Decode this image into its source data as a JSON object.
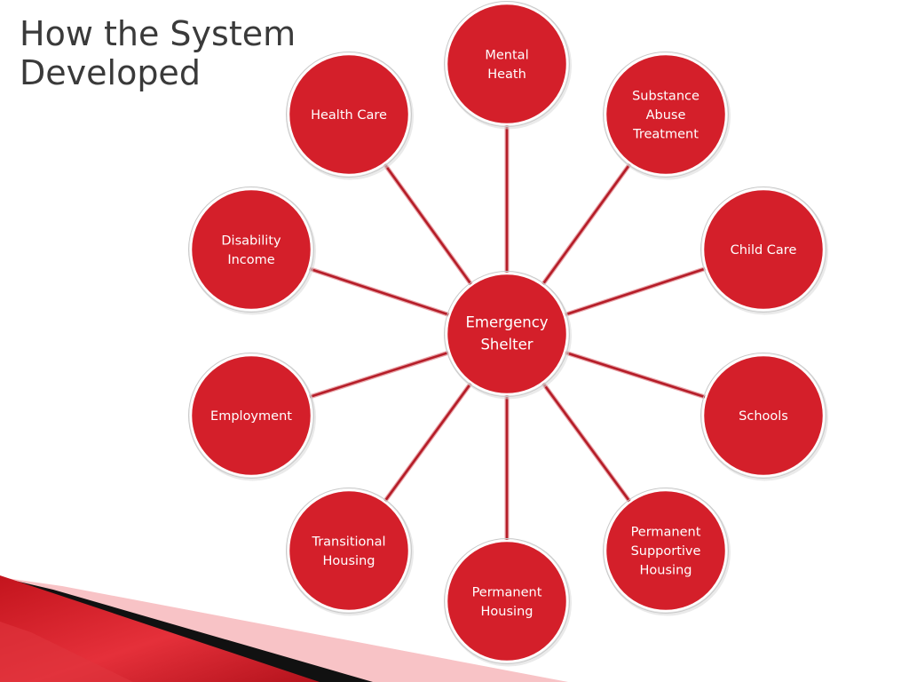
{
  "slide": {
    "title": "How the System\nDeveloped"
  },
  "diagram": {
    "center": {
      "label": [
        "Emergency",
        "Shelter"
      ]
    },
    "nodes": [
      {
        "id": "mental-health",
        "label": [
          "Mental",
          "Heath"
        ]
      },
      {
        "id": "substance-abuse-treatment",
        "label": [
          "Substance",
          "Abuse",
          "Treatment"
        ]
      },
      {
        "id": "child-care",
        "label": [
          "Child Care"
        ]
      },
      {
        "id": "schools",
        "label": [
          "Schools"
        ]
      },
      {
        "id": "permanent-supportive-housing",
        "label": [
          "Permanent",
          "Supportive",
          "Housing"
        ]
      },
      {
        "id": "permanent-housing",
        "label": [
          "Permanent",
          "Housing"
        ]
      },
      {
        "id": "transitional-housing",
        "label": [
          "Transitional",
          "Housing"
        ]
      },
      {
        "id": "employment",
        "label": [
          "Employment"
        ]
      },
      {
        "id": "disability-income",
        "label": [
          "Disability",
          "Income"
        ]
      },
      {
        "id": "health-care",
        "label": [
          "Health Care"
        ]
      }
    ],
    "colors": {
      "node_fill": "#d41f2a",
      "node_stroke": "#ffffff",
      "connector": "#b51d28",
      "text": "#ffffff"
    }
  },
  "decoration": {
    "colors": {
      "dark_red": "#b3121c",
      "bright_red": "#e02b33",
      "black": "#111111",
      "pink": "#f6b7bc"
    }
  }
}
